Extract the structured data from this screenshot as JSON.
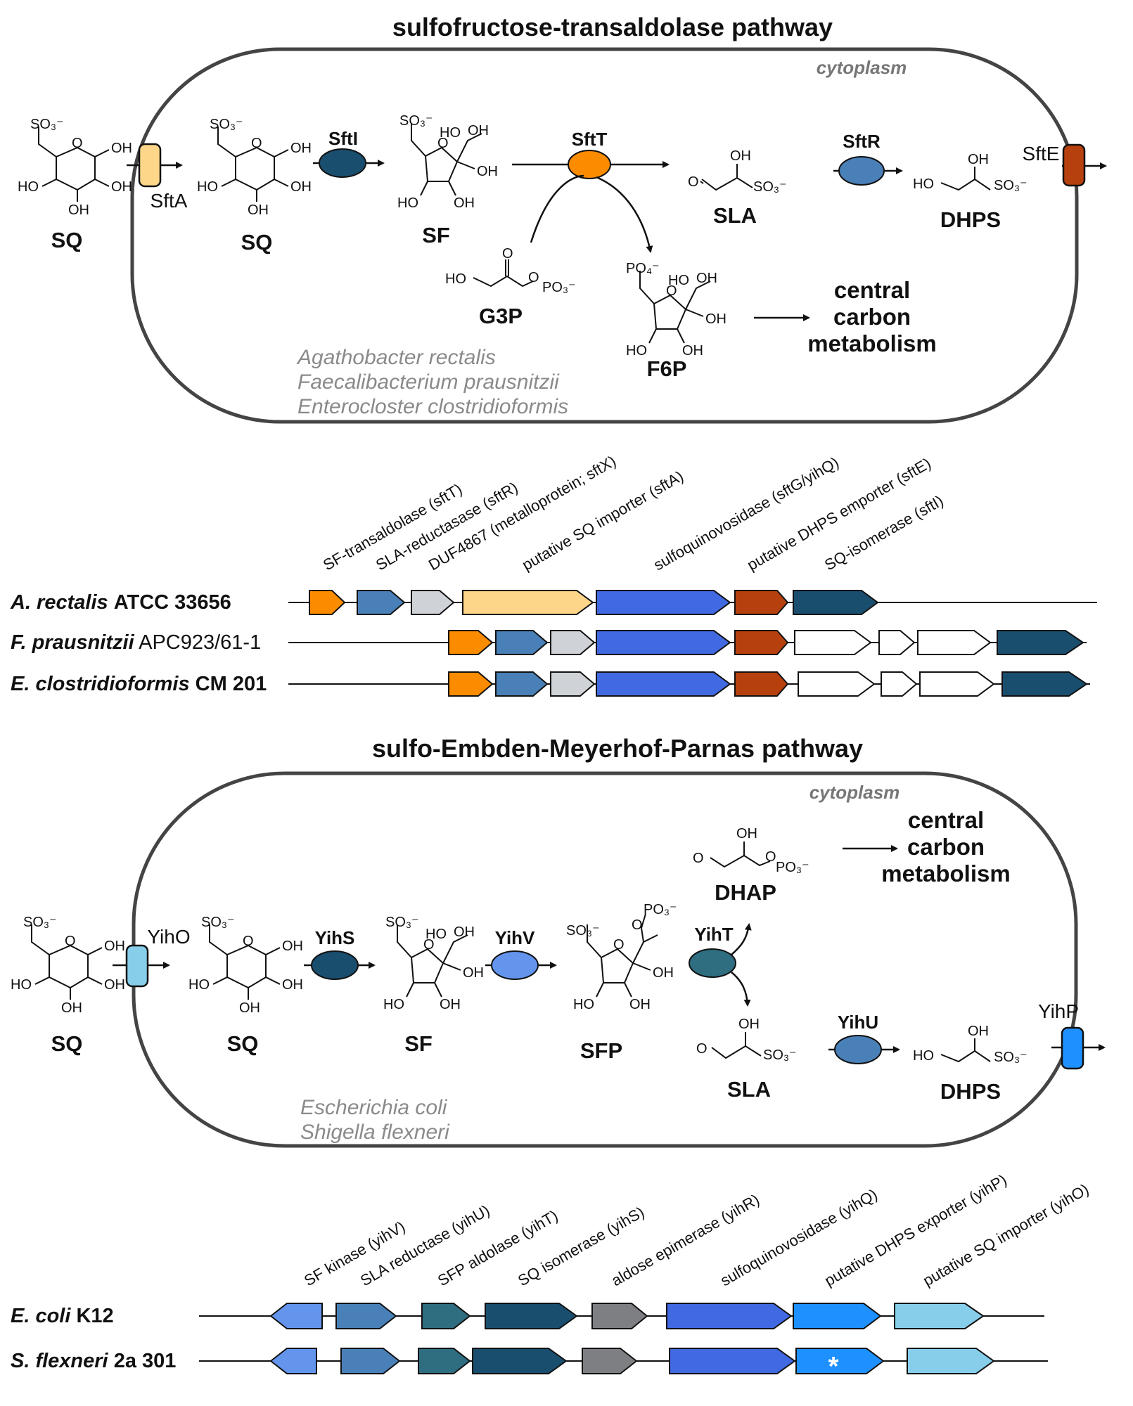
{
  "colors": {
    "sftT": "#fb8c00",
    "sftR": "#4a80b8",
    "sftX": "#cfd3d8",
    "sftA": "#fdd68a",
    "yihQ_sqg": "#4169e1",
    "sftE": "#b7410e",
    "sftI": "#1a4e6e",
    "empty": "#ffffff",
    "yihV": "#6495ed",
    "yihU": "#4a80b8",
    "yihT": "#2f6d80",
    "yihS": "#1a4e6e",
    "yihR": "#7d7f82",
    "yihP": "#1e90ff",
    "yihO": "#87ceeb"
  },
  "panel1": {
    "title": "sulfofructose-transaldolase pathway",
    "cytoplasm": "cytoplasm",
    "molecules": {
      "sq_out": "SQ",
      "sq_in": "SQ",
      "sf": "SF",
      "sla": "SLA",
      "dhps": "DHPS",
      "g3p": "G3P",
      "f6p": "F6P"
    },
    "enzymes": {
      "sfti": "SftI",
      "sftt": "SftT",
      "sftr": "SftR"
    },
    "transporters": {
      "sfta": "SftA",
      "svte": "SftE"
    },
    "central": [
      "central",
      "carbon",
      "metabolism"
    ],
    "organisms": [
      "Agathobacter rectalis",
      "Faecalibacterium prausnitzii",
      "Enterocloster clostridioformis"
    ],
    "gene_labels": [
      "SF-transaldolase (sftT)",
      "SLA-reductasase (sftR)",
      "DUF4867 (metalloprotein; sftX)",
      "putative SQ importer (sftA)",
      "sulfoquinovosidase (sftG/yihQ)",
      "putative DHPS emporter (sftE)",
      "SQ-isomerase (sftI)"
    ],
    "strains": [
      {
        "name": "A. rectalis",
        "id": "ATCC 33656"
      },
      {
        "name": "F. prausnitzii",
        "id": "APC923/61-1"
      },
      {
        "name": "E. clostridioformis",
        "id": "CM 201"
      }
    ]
  },
  "panel2": {
    "title": "sulfo-Embden-Meyerhof-Parnas pathway",
    "cytoplasm": "cytoplasm",
    "molecules": {
      "sq_out": "SQ",
      "sq_in": "SQ",
      "sf": "SF",
      "sfp": "SFP",
      "dhap": "DHAP",
      "sla": "SLA",
      "dhps": "DHPS"
    },
    "enzymes": {
      "yihs": "YihS",
      "yihv": "YihV",
      "yiht": "YihT",
      "yihu": "YihU"
    },
    "transporters": {
      "yiho": "YihO",
      "yihp": "YihP"
    },
    "central": [
      "central",
      "carbon",
      "metabolism"
    ],
    "organisms": [
      "Escherichia coli",
      "Shigella flexneri"
    ],
    "gene_labels": [
      "SF kinase (yihV)",
      "SLA reductase (yihU)",
      "SFP aldolase (yihT)",
      "SQ isomerase (yihS)",
      "aldose epimerase (yihR)",
      "sulfoquinovosidase (yihQ)",
      "putative DHPS exporter (yihP)",
      "putative SQ importer (yihO)"
    ],
    "strains": [
      {
        "name": "E. coli",
        "id": "K12"
      },
      {
        "name": "S. flexneri",
        "id": "2a 301"
      }
    ],
    "mutation_mark": "*"
  },
  "chem": {
    "so3": "SO₃⁻",
    "oh": "OH",
    "ho": "HO",
    "o": "O",
    "po3": "PO₃⁻",
    "po4": "PO₄⁻"
  }
}
